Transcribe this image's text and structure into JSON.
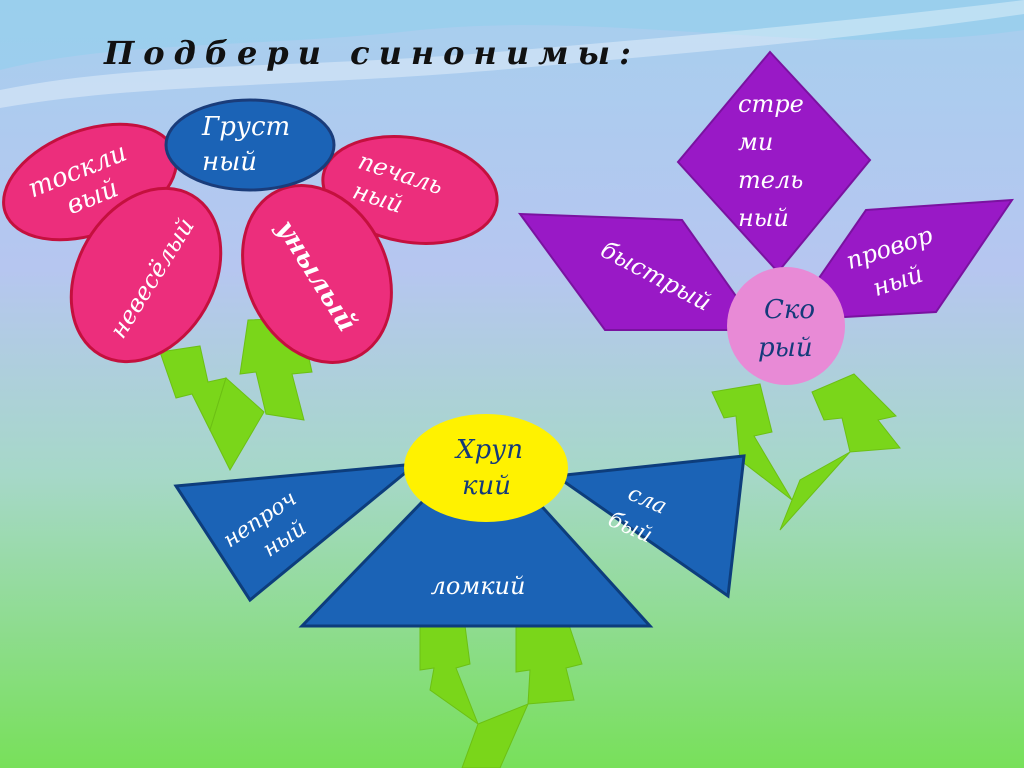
{
  "title": "Подбери синонимы:",
  "flowers": {
    "sad": {
      "center": [
        "Груст",
        "ный"
      ],
      "petals": [
        {
          "lines": [
            "тоскли",
            "вый"
          ]
        },
        {
          "lines": [
            "печаль",
            "ный"
          ]
        },
        {
          "lines": [
            "невесёлый"
          ]
        },
        {
          "lines": [
            "унылый"
          ]
        }
      ]
    },
    "fast": {
      "center": [
        "Ско",
        "рый"
      ],
      "petals": [
        {
          "lines": [
            "стре",
            "ми",
            "тель",
            "ный"
          ]
        },
        {
          "lines": [
            "быстрый"
          ]
        },
        {
          "lines": [
            "провор",
            "ный"
          ]
        }
      ]
    },
    "fragile": {
      "center": [
        "Хруп",
        "кий"
      ],
      "petals": [
        {
          "lines": [
            "непроч",
            "ный"
          ]
        },
        {
          "lines": [
            "ломкий"
          ]
        },
        {
          "lines": [
            "сла",
            "бый"
          ]
        }
      ]
    }
  },
  "colors": {
    "sky_top": "#a8d3ef",
    "ground": "#78e05a",
    "pink_petal": "#ec2e7c",
    "pink_outline": "#c4103e",
    "blue": "#1b63b6",
    "purple": "#9919c6",
    "yellow": "#fff200",
    "center_pink": "#e88ad6",
    "leaf": "#7ad61a"
  }
}
